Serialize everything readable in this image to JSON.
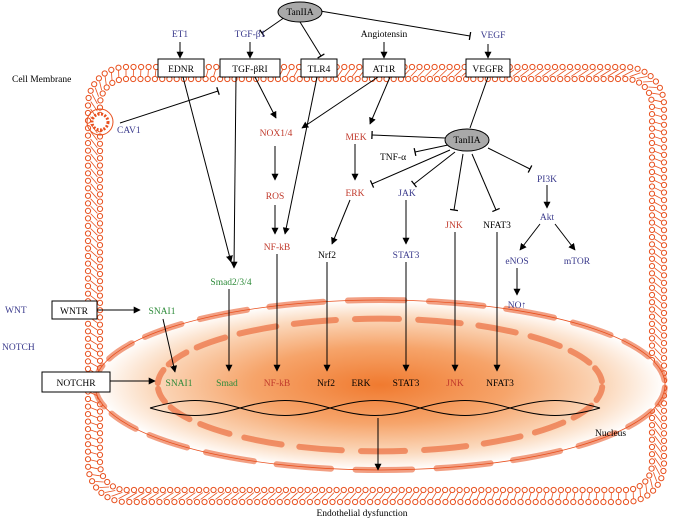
{
  "colors": {
    "membrane": "#e8501e",
    "nucleus_center": "#f07a2f",
    "blue": "#3a3a8c",
    "red": "#c0392b",
    "green": "#2e8b3a",
    "black": "#000000",
    "tan_fill": "#a9a9a9"
  },
  "nodes": {
    "tan_top": "TanIIA",
    "tan_mid": "TanIIA",
    "et1": "ET1",
    "tgfb1": "TGF-β1",
    "angiotensin": "Angiotensin",
    "vegf": "VEGF",
    "cell_membrane": "Cell Membrane",
    "ednr": "EDNR",
    "tgfbri": "TGF-βRI",
    "tlr4": "TLR4",
    "at1r": "AT1R",
    "vegfr": "VEGFR",
    "cav1": "CAV1",
    "nox": "NOX1/4",
    "mek": "MEK",
    "tnfa": "TNF-α",
    "ros": "ROS",
    "erk": "ERK",
    "jak": "JAK",
    "pi3k": "PI3K",
    "akt": "Akt",
    "nfkb": "NF-kB",
    "nrf2": "Nrf2",
    "stat3": "STAT3",
    "jnk": "JNK",
    "nfat3": "NFAT3",
    "enos": "eNOS",
    "mtor": "mTOR",
    "smad234": "Smad2/3/4",
    "wnt": "WNT",
    "wntr": "WNTR",
    "snai1_top": "SNAI1",
    "no": "NO↑",
    "notch": "NOTCH",
    "notchr": "NOTCHR",
    "snai1_nuc": "SNAI1",
    "smad_nuc": "Smad",
    "nfkb_nuc": "NF-kB",
    "nrf2_nuc": "Nrf2",
    "erk_nuc": "ERK",
    "stat3_nuc": "STAT3",
    "jnk_nuc": "JNK",
    "nfat3_nuc": "NFAT3",
    "nucleus": "Nucleus",
    "endothelial": "Endothelial dysfunction"
  }
}
